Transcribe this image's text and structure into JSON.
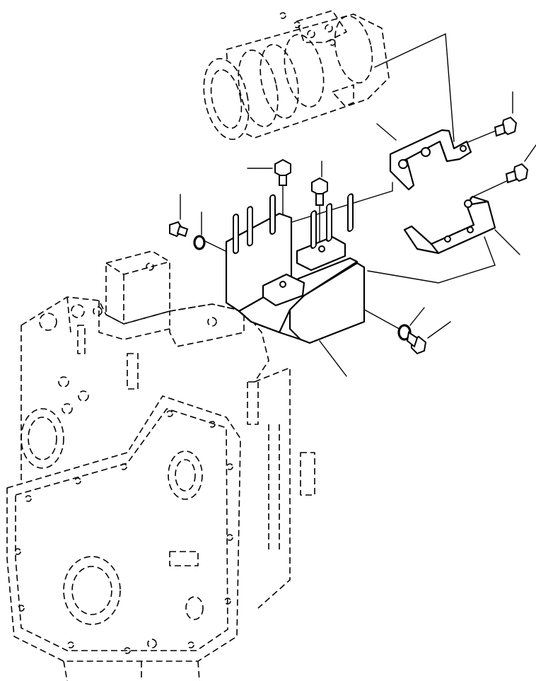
{
  "diagram": {
    "title": "",
    "labels": [],
    "components": [
      {
        "name": "air-cleaner",
        "style": "hidden-phantom"
      },
      {
        "name": "mounting-bracket",
        "style": "solid"
      },
      {
        "name": "upper-strap-bracket",
        "style": "solid"
      },
      {
        "name": "lower-strap-bracket",
        "style": "solid"
      },
      {
        "name": "engine-front-housing",
        "style": "hidden-phantom"
      },
      {
        "name": "bolt",
        "count": 6
      },
      {
        "name": "washer",
        "count": 2
      }
    ],
    "colors": {
      "line": "#000000",
      "background": "#ffffff"
    }
  }
}
